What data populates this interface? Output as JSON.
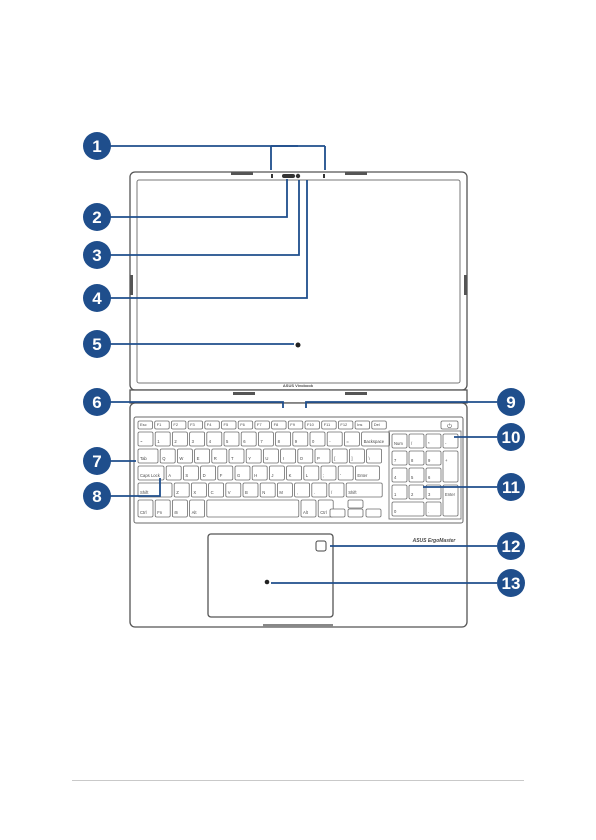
{
  "colors": {
    "accent": "#1f4e8c",
    "outline": "#555555"
  },
  "brand": {
    "lid_logo": "ASUS Vivobook",
    "keyboard_logo": "ASUS ErgoMaster"
  },
  "callouts": [
    {
      "number": "1",
      "target": "microphone-array"
    },
    {
      "number": "2",
      "target": "camera"
    },
    {
      "number": "3",
      "target": "camera-indicator"
    },
    {
      "number": "4",
      "target": "microphone"
    },
    {
      "number": "5",
      "target": "display-panel"
    },
    {
      "number": "6",
      "target": "function-key-row"
    },
    {
      "number": "7",
      "target": "keyboard"
    },
    {
      "number": "8",
      "target": "caps-lock-indicator"
    },
    {
      "number": "9",
      "target": "function-key-row-right"
    },
    {
      "number": "10",
      "target": "power-button"
    },
    {
      "number": "11",
      "target": "numeric-keypad"
    },
    {
      "number": "12",
      "target": "fingerprint-sensor"
    },
    {
      "number": "13",
      "target": "touchpad"
    }
  ],
  "keyboard": {
    "fn_row": [
      "Esc",
      "F1",
      "F2",
      "F3",
      "F4",
      "F5",
      "F6",
      "F7",
      "F8",
      "F9",
      "F10",
      "F11",
      "F12",
      "Ins",
      "Del"
    ],
    "number_row": [
      "~",
      "1",
      "2",
      "3",
      "4",
      "5",
      "6",
      "7",
      "8",
      "9",
      "0",
      "-",
      "=",
      "Backspace"
    ],
    "qwerty_row": [
      "Tab",
      "Q",
      "W",
      "E",
      "R",
      "T",
      "Y",
      "U",
      "I",
      "O",
      "P",
      "[",
      "]",
      "\\"
    ],
    "home_row": [
      "Caps Lock",
      "A",
      "S",
      "D",
      "F",
      "G",
      "H",
      "J",
      "K",
      "L",
      ";",
      "'",
      "Enter"
    ],
    "shift_row": [
      "Shift",
      "Z",
      "X",
      "C",
      "V",
      "B",
      "N",
      "M",
      ",",
      ".",
      "/",
      "Shift"
    ],
    "bottom_row": [
      "Ctrl",
      "Fn",
      "⊞",
      "Alt",
      "",
      "Alt",
      "Ctrl"
    ],
    "numpad": [
      "Num",
      "/",
      "*",
      "-",
      "7",
      "8",
      "9",
      "+",
      "4",
      "5",
      "6",
      "1",
      "2",
      "3",
      "Enter",
      "0",
      "."
    ]
  }
}
